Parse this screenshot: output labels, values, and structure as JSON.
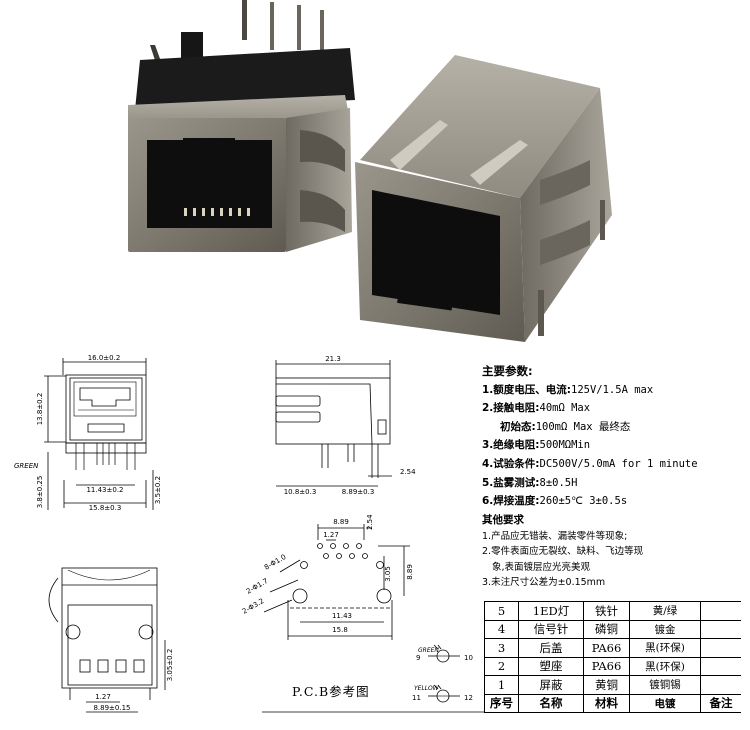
{
  "dims": {
    "front_width": "16.0±0.2",
    "front_height": "13.8±0.2",
    "green_label": "GREEN",
    "bottom_offset": "3.8±0.25",
    "pin_span": "11.43±0.2",
    "total_width": "15.8±0.3",
    "pin_height": "3.5±0.2",
    "side_length": "21.3",
    "side_pin_pos": "10.8±0.3",
    "side_pin_pitch": "8.89±0.3",
    "side_pin_len": "2.54",
    "bottom_pin_spacing": "1.27",
    "bottom_pin_span": "8.89±0.15",
    "bottom_height": "3.05±0.2"
  },
  "pcb": {
    "top_span": "8.89",
    "pitch": "1.27",
    "pitch_v": "2.54",
    "hole1": "8-Φ1.0",
    "hole2": "2-Φ1.7",
    "hole3": "2-Φ3.2",
    "row_offset": "3.05",
    "row_total": "8.89",
    "center_span": "11.43",
    "total_span": "15.8",
    "title": "P.C.B参考图"
  },
  "leds": {
    "green": {
      "name": "GREEN",
      "left": "9",
      "right": "10"
    },
    "yellow": {
      "name": "YELLOW",
      "left": "11",
      "right": "12"
    }
  },
  "params": {
    "title": "主要参数:",
    "items": [
      {
        "label": "1.额度电压、电流:",
        "value": "125V/1.5A max"
      },
      {
        "label": "2.接触电阻:",
        "value": "40mΩ  Max"
      },
      {
        "label": "初始态:",
        "value": "100mΩ  Max 最终态"
      },
      {
        "label": "3.绝缘电阻:",
        "value": "500MΩMin"
      },
      {
        "label": "4.试验条件:",
        "value": "DC500V/5.0mA for 1 minute"
      },
      {
        "label": "5.盐雾测试:",
        "value": "8±0.5H"
      },
      {
        "label": "6.焊接温度:",
        "value": "260±5℃ 3±0.5s"
      }
    ]
  },
  "reqs": {
    "title": "其他要求",
    "items": [
      "1.产品应无错装、漏装零件等现象;",
      "2.零件表面应无裂纹、缺料、飞边等现",
      "象,表面镀层应光亮美观",
      "3.未注尺寸公差为±0.15mm"
    ]
  },
  "bom": {
    "header": [
      "序号",
      "名称",
      "材料",
      "电镀",
      "备注"
    ],
    "rows": [
      [
        "5",
        "1ED灯",
        "铁针",
        "黄/绿",
        ""
      ],
      [
        "4",
        "信号针",
        "磷铜",
        "镀金",
        ""
      ],
      [
        "3",
        "后盖",
        "PA66",
        "黑(环保)",
        ""
      ],
      [
        "2",
        "塑座",
        "PA66",
        "黑(环保)",
        ""
      ],
      [
        "1",
        "屏蔽",
        "黄铜",
        "镀铜锡",
        ""
      ]
    ]
  }
}
